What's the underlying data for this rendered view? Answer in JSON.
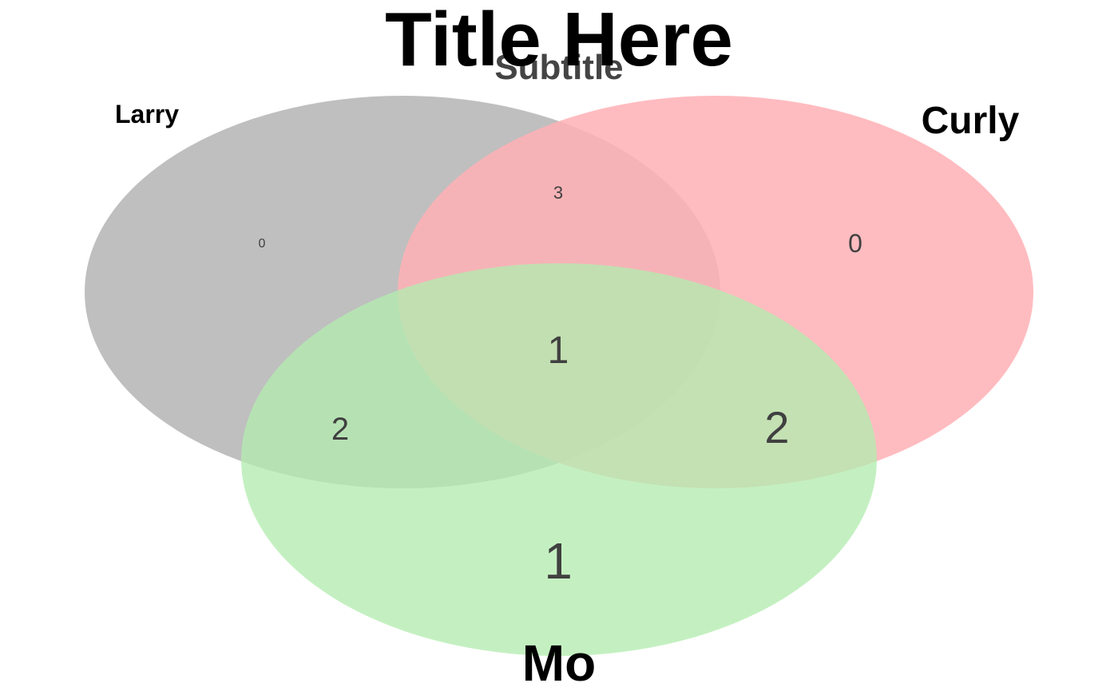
{
  "title": "Title Here",
  "subtitle": "Subtitle",
  "colors": {
    "larry": "#a9a9a9",
    "curly": "#ffb0b5",
    "mo": "#b4ecb0"
  },
  "sets": {
    "larry": {
      "label": "Larry"
    },
    "curly": {
      "label": "Curly"
    },
    "mo": {
      "label": "Mo"
    }
  },
  "regions": {
    "larry_only": "0",
    "curly_only": "0",
    "mo_only": "1",
    "larry_curly": "3",
    "larry_mo": "2",
    "curly_mo": "2",
    "all_three": "1"
  }
}
